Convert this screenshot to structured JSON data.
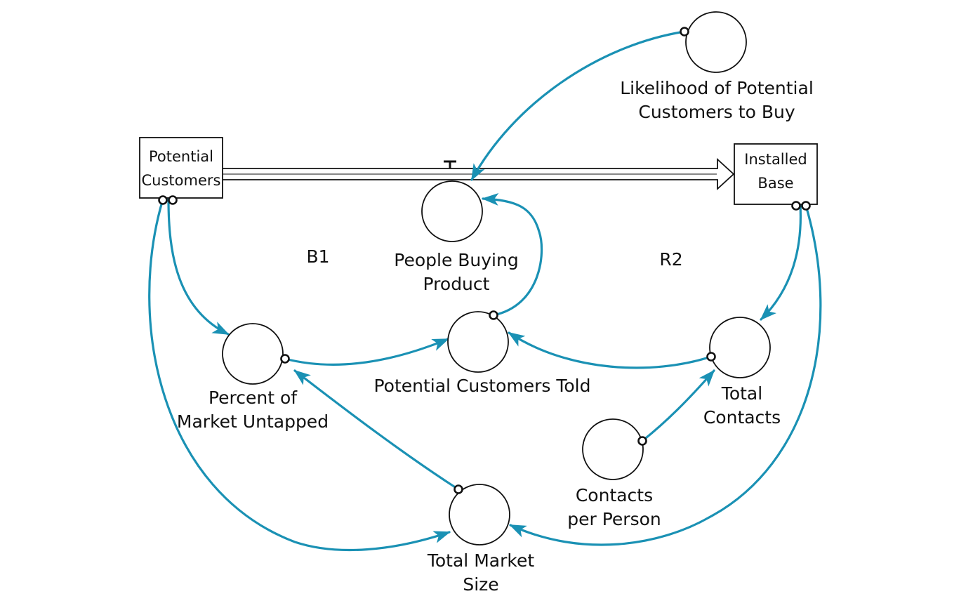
{
  "stocks": {
    "potential_customers": [
      "Potential",
      "Customers"
    ],
    "installed_base": [
      "Installed",
      "Base"
    ]
  },
  "variables": {
    "likelihood": [
      "Likelihood of Potential",
      "Customers to Buy"
    ],
    "people_buying": [
      "People Buying",
      "Product"
    ],
    "percent_untapped": [
      "Percent of",
      "Market Untapped"
    ],
    "customers_told": [
      "Potential Customers Told"
    ],
    "total_contacts": [
      "Total",
      "Contacts"
    ],
    "contacts_per_person": [
      "Contacts",
      "per Person"
    ],
    "total_market": [
      "Total Market",
      "Size"
    ]
  },
  "loops": {
    "balancing": "B1",
    "reinforcing": "R2"
  },
  "colors": {
    "link": "#1a91b4",
    "outline": "#111111",
    "background": "#ffffff"
  }
}
